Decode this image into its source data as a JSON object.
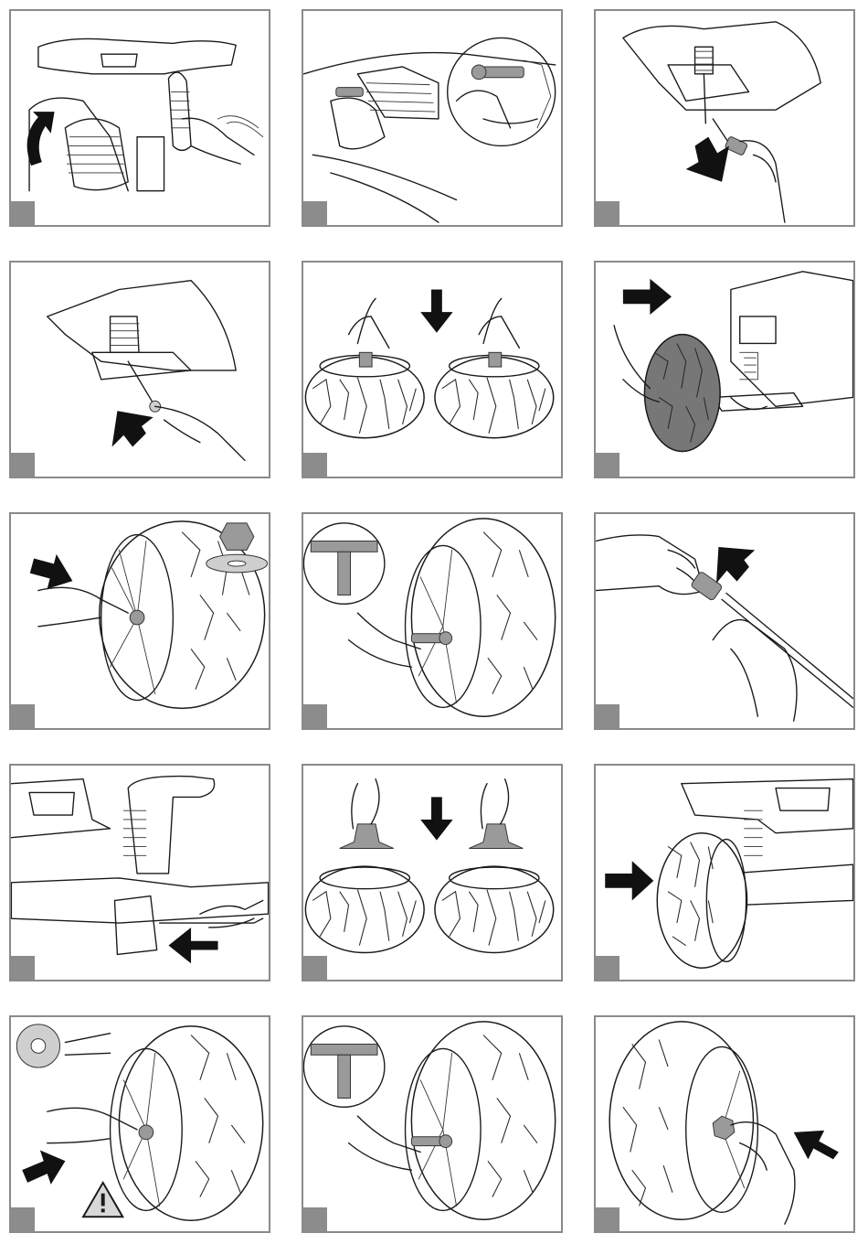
{
  "panels": [
    {
      "id": 1,
      "arrow": "curved-up"
    },
    {
      "id": 2,
      "arrow": "none"
    },
    {
      "id": 3,
      "arrow": "down-left"
    },
    {
      "id": 4,
      "arrow": "up-right"
    },
    {
      "id": 5,
      "arrow": "down"
    },
    {
      "id": 6,
      "arrow": "right"
    },
    {
      "id": 7,
      "arrow": "right"
    },
    {
      "id": 8,
      "arrow": "none"
    },
    {
      "id": 9,
      "arrow": "up-right"
    },
    {
      "id": 10,
      "arrow": "left"
    },
    {
      "id": 11,
      "arrow": "down"
    },
    {
      "id": 12,
      "arrow": "right"
    },
    {
      "id": 13,
      "arrow": "right"
    },
    {
      "id": 14,
      "arrow": "none"
    },
    {
      "id": 15,
      "arrow": "left"
    }
  ],
  "colors": {
    "border": "#8a8a8a",
    "step_box": "#8c8c8c",
    "line": "#1a1a1a",
    "background": "#ffffff"
  },
  "icons": {
    "warning": "warning-triangle-icon"
  }
}
